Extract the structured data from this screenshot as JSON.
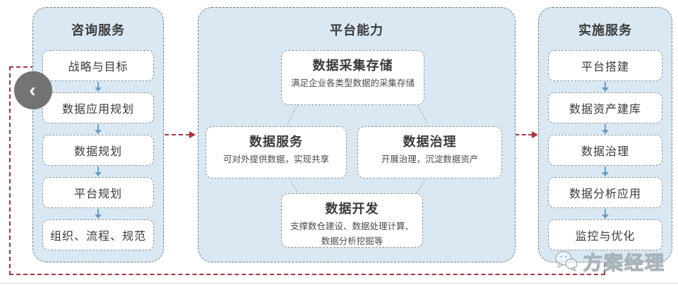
{
  "panels": {
    "left": {
      "title": "咨询服务",
      "items": [
        "战略与目标",
        "数据应用规划",
        "数据规划",
        "平台规划",
        "组织、流程、规范"
      ]
    },
    "center": {
      "title": "平台能力",
      "capabilities": [
        {
          "title": "数据采集存储",
          "desc": "满足企业各类型数据的采集存储"
        },
        {
          "title": "数据服务",
          "desc": "可对外提供数据，实现共享"
        },
        {
          "title": "数据治理",
          "desc": "开展治理，沉淀数据资产"
        },
        {
          "title": "数据开发",
          "desc": "支撑数仓建设、数据处理计算、数据分析挖掘等"
        }
      ]
    },
    "right": {
      "title": "实施服务",
      "items": [
        "平台搭建",
        "数据资产建库",
        "数据治理",
        "数据分析应用",
        "监控与优化"
      ]
    }
  },
  "nav": {
    "prev_label": "‹"
  },
  "watermark": {
    "text": "方案经理",
    "icon": "wechat-icon"
  },
  "colors": {
    "panel_fill": "#d9e8f2",
    "panel_border": "#72818c",
    "node_border": "#8d949b",
    "flow_red": "#a5343f",
    "arrow_blue": "#6d9cc4"
  }
}
